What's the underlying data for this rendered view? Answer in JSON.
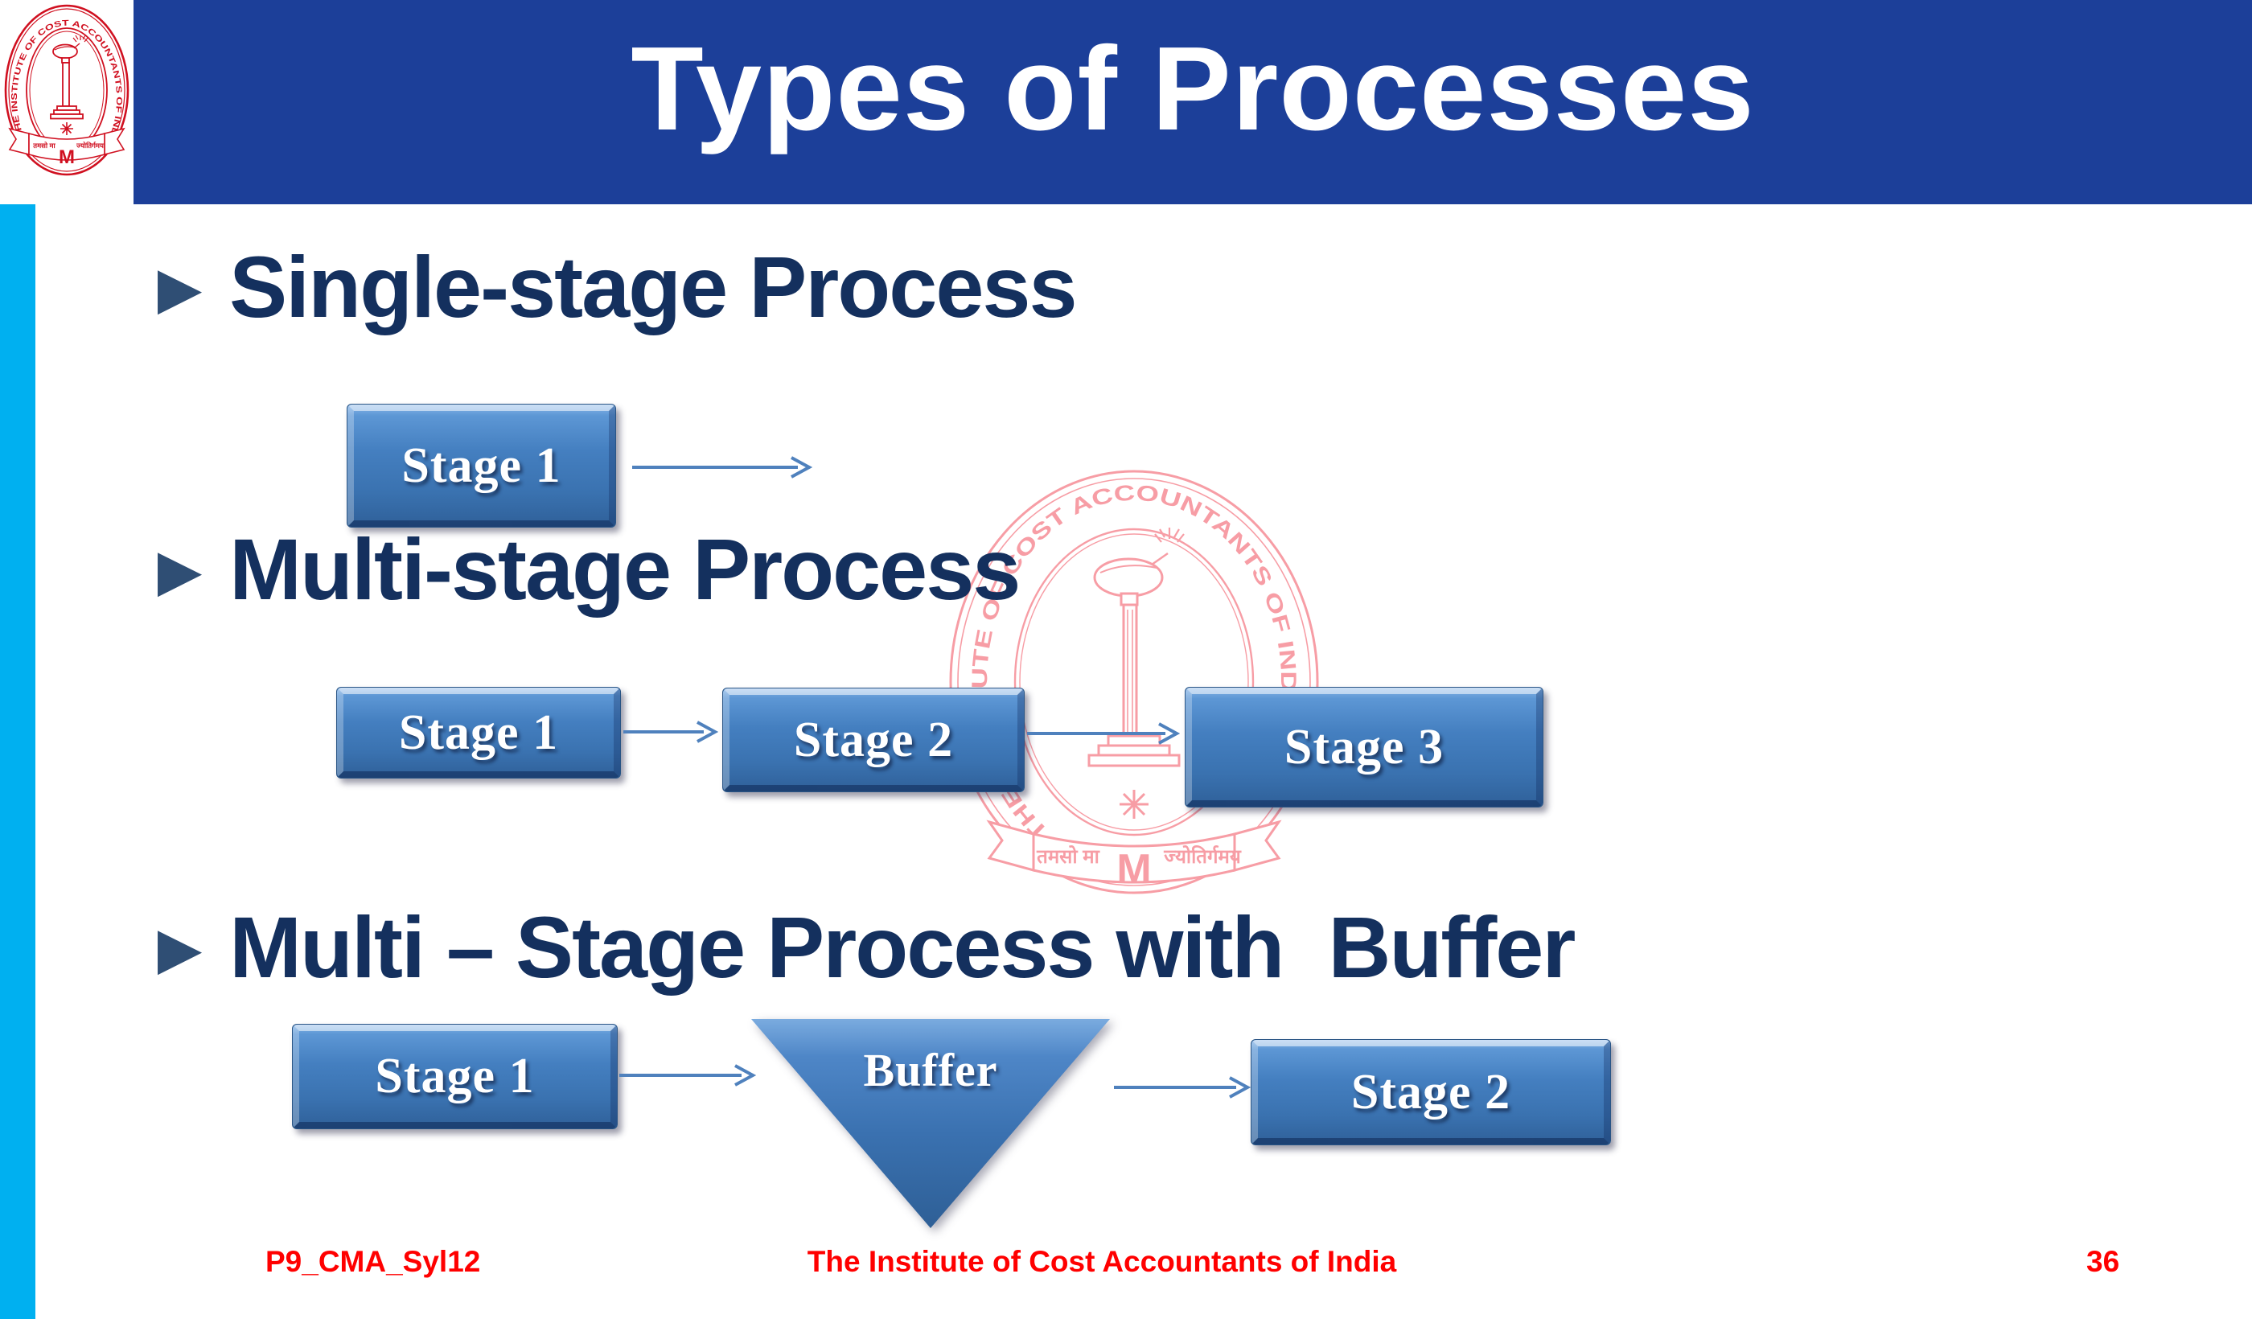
{
  "header": {
    "title": "Types of Processes"
  },
  "bullet_glyph": "►",
  "sections": [
    {
      "heading": "Single-stage Process"
    },
    {
      "heading": "Multi-stage Process"
    },
    {
      "heading": "Multi – Stage Process with  Buffer"
    }
  ],
  "process1": {
    "stage1": "Stage 1"
  },
  "process2": {
    "stage1": "Stage 1",
    "stage2": "Stage 2",
    "stage3": "Stage 3"
  },
  "process3": {
    "stage1": "Stage 1",
    "buffer": "Buffer",
    "stage2": "Stage 2"
  },
  "footer": {
    "left": "P9_CMA_Syl12",
    "center": "The Institute of Cost Accountants of India",
    "page": "36"
  },
  "logo": {
    "ring_text": "THE INSTITUTE OF COST ACCOUNTANTS OF INDIA",
    "banner_left": "तमसो मा",
    "banner_right": "ज्योतिर्गमय",
    "monogram": "M"
  },
  "watermark": {
    "ring_text": "THE INSTITUTE OF COST ACCOUNTANTS OF INDIA",
    "banner_left": "तमसो मा",
    "banner_right": "ज्योतिर्गमय",
    "monogram": "M"
  },
  "colors": {
    "header_blue": "#1C3F99",
    "strip_cyan": "#00B0F0",
    "heading_navy": "#14305E",
    "bullet_navy": "#2F4E74",
    "box_blue": "#3D79BC",
    "arrow_blue": "#4F81BD",
    "footer_red": "#FF0000",
    "logo_red": "#D01020",
    "watermark_pink": "#F79DA5"
  }
}
